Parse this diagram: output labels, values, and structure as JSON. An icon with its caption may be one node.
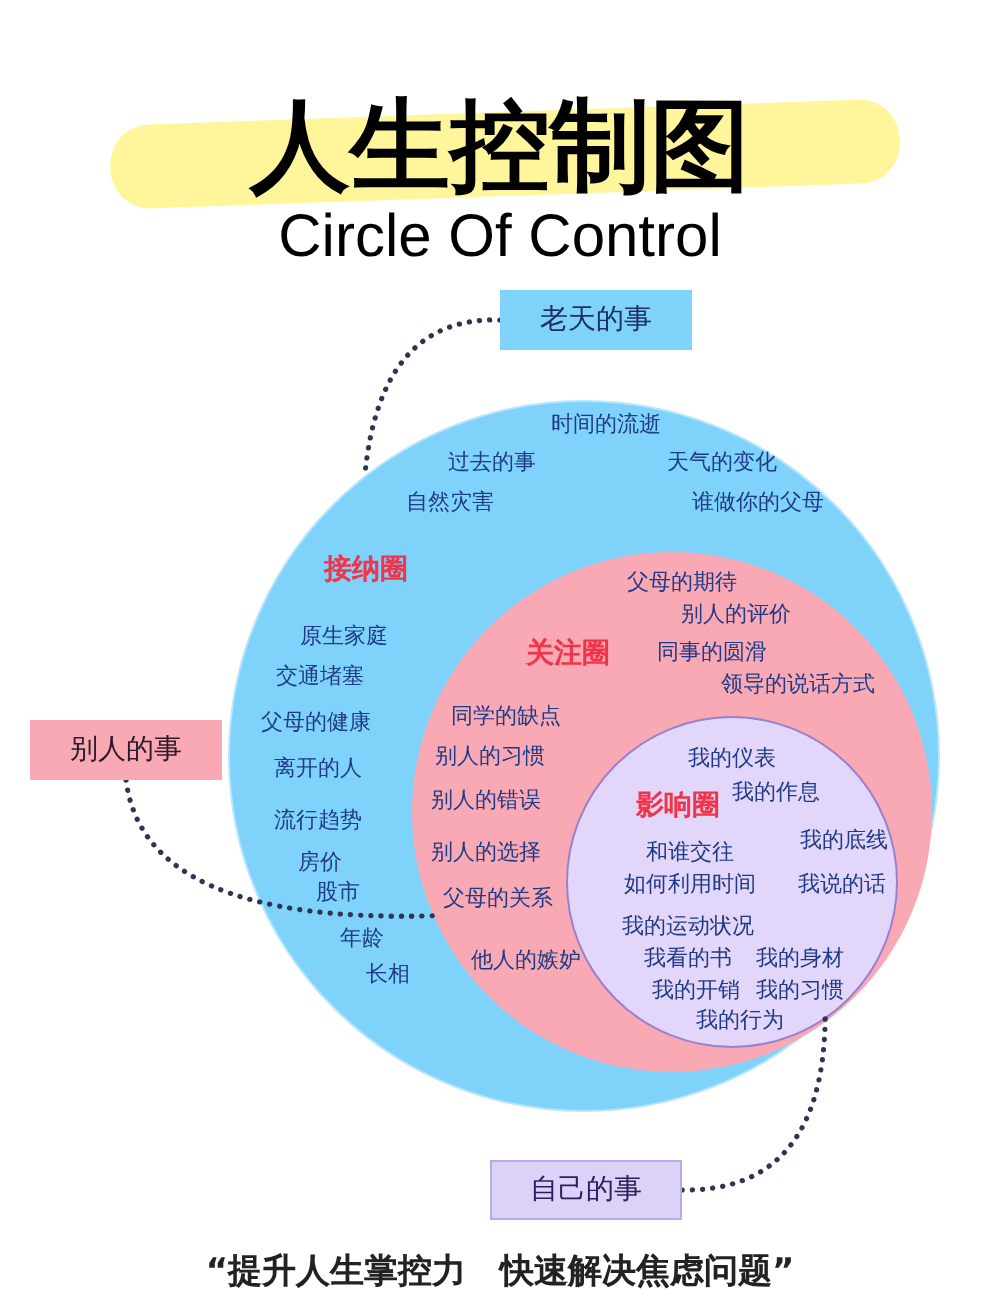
{
  "diagram": {
    "title": "人生控制图",
    "caption": "“提升**人生掌控力**　快速解决**焦虑**问题”",
    "nodes": [
      {
        "text": [
          "老天的事"
        ]
      },
      {
        "text": [
          "接纳圈",
          "时间的流逝",
          "过去的事",
          "天气的变化",
          "自然灾害",
          "谁做你的父母",
          "原生家庭",
          "交通堵塞",
          "父母的健康",
          "离开的人",
          "流行趋势",
          "房价",
          "股市",
          "年龄",
          "长相"
        ]
      },
      {
        "text": [
          "关注圈",
          "父母的期待",
          "别人的评价",
          "同事的圆滑",
          "领导的说话方式",
          "同学的缺点",
          "别人的习惯",
          "别人的错误",
          "别人的选择",
          "父母的关系",
          "他人的嫉妒"
        ],
        "in": 1
      },
      {
        "text": [
          "影响圈",
          "我的仪表",
          "我的作息",
          "我的底线",
          "和谁交往",
          "我说的话",
          "如何利用时间",
          "我的运动状况",
          "我看的书",
          "我的身材",
          "我的开销",
          "我的习惯",
          "我的行为"
        ],
        "in": 2
      },
      {
        "text": [
          "别人的事"
        ]
      },
      {
        "text": [
          "自己的事"
        ]
      }
    ],
    "edges": [
      {
        "from": 0,
        "to": 1,
        "arrow": "none",
        "style": "dashed"
      },
      {
        "from": 4,
        "to": 2,
        "arrow": "none",
        "style": "dashed"
      },
      {
        "from": 5,
        "to": 3,
        "arrow": "none",
        "style": "dashed"
      }
    ],
    "labels": [
      "Circle Of Control"
    ]
  }
}
